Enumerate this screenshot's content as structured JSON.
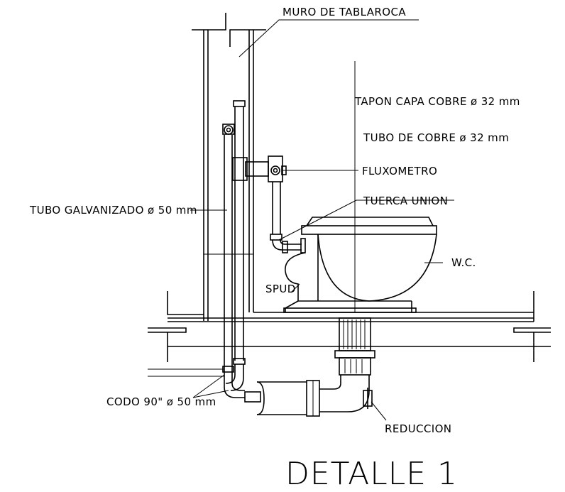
{
  "title": "DETALLE 1",
  "labels": {
    "muro": "MURO DE TABLAROCA",
    "tapon": "TAPON CAPA COBRE ø 32 mm",
    "tubo_cobre": "TUBO DE COBRE ø 32 mm",
    "fluxometro": "FLUXOMETRO",
    "tuerca": "TUERCA UNION",
    "tubo_galv": "TUBO GALVANIZADO ø 50 mm",
    "wc": "W.C.",
    "spud": "SPUD",
    "codo": "CODO 90\" ø 50 mm",
    "reduccion": "REDUCCION"
  }
}
